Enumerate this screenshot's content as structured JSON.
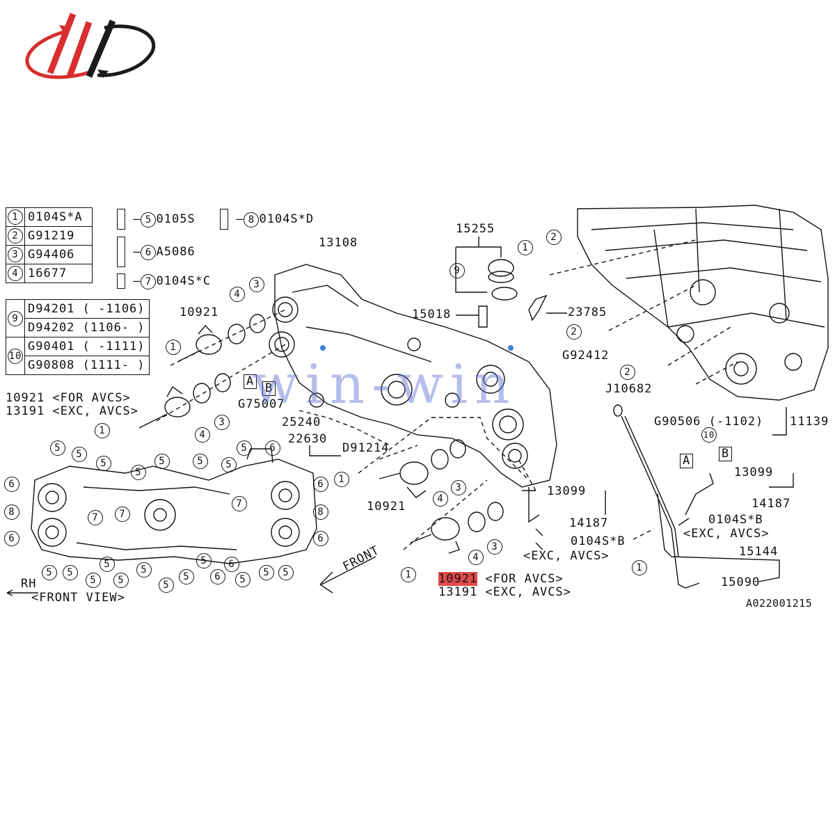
{
  "colors": {
    "logo_red": "#d82e2e",
    "logo_black": "#1a1a1a",
    "highlight": "#e24b4b",
    "watermark": "#5a6ed2"
  },
  "watermark": "win-win",
  "legend1": [
    {
      "n": "1",
      "code": "0104S*A"
    },
    {
      "n": "2",
      "code": "G91219"
    },
    {
      "n": "3",
      "code": "G94406"
    },
    {
      "n": "4",
      "code": "16677"
    }
  ],
  "legend2": [
    {
      "n": "9",
      "codes": [
        "D94201 ( -1106)",
        "D94202 (1106- )"
      ]
    },
    {
      "n": "10",
      "codes": [
        "G90401 ( -1111)",
        "G90808 (1111- )"
      ]
    }
  ],
  "bolts": [
    {
      "n": "5",
      "code": "0105S"
    },
    {
      "n": "8",
      "code": "0104S*D"
    },
    {
      "n": "6",
      "code": "A5086"
    },
    {
      "n": "7",
      "code": "0104S*C"
    }
  ],
  "labels": {
    "p13108": "13108",
    "p15255": "15255",
    "p15018": "15018",
    "p23785": "23785",
    "p10921_top": "10921",
    "pG92412": "G92412",
    "pJ10682": "J10682",
    "p10921_avcs": "10921 <FOR AVCS>",
    "p13191_exc": "13191 <EXC, AVCS>",
    "pG75007": "G75007",
    "p25240": "25240",
    "p22630": "22630",
    "pD91214": "D91214",
    "pG90506": "G90506 (-1102)",
    "p11139": "11139",
    "p13099_r": "13099",
    "p14187_r": "14187",
    "p0104SB_r": "0104S*B",
    "pexc_r": "<EXC, AVCS>",
    "p13099_m": "13099",
    "p14187_m": "14187",
    "p0104SB_m": "0104S*B",
    "pexc_m": "<EXC, AVCS>",
    "p10921_mid": "10921",
    "p15144": "15144",
    "p15090": "15090",
    "p10921_bot_code": "10921",
    "p10921_bot_rest": " <FOR AVCS>",
    "p13191_bot": "13191 <EXC, AVCS>",
    "front": "FRONT",
    "rh": "RH",
    "front_view": "<FRONT VIEW>",
    "ref_code": "A022001215",
    "box_a": "A",
    "box_b": "B"
  },
  "callouts": {
    "c1": "1",
    "c2": "2",
    "c3": "3",
    "c4": "4",
    "c5": "5",
    "c6": "6",
    "c7": "7",
    "c8": "8",
    "c9": "9",
    "c10": "10"
  }
}
